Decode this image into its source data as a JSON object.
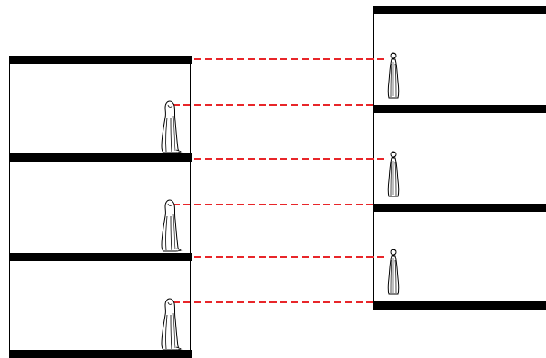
{
  "diagram": {
    "description_visible_text": [],
    "colors": {
      "background": "#ffffff",
      "floor_slab": "#000000",
      "wall_line": "#000000",
      "sightline": "#e8262a",
      "figure_stroke": "#000000",
      "figure_fill": "#ffffff"
    },
    "left_building": {
      "floors": 3
    },
    "right_building": {
      "floors": 3
    },
    "sightlines": {
      "count": 6,
      "style": "dashed"
    },
    "figures": {
      "left_icon": "standing-person-icon",
      "right_icon": "standing-person-icon"
    }
  }
}
